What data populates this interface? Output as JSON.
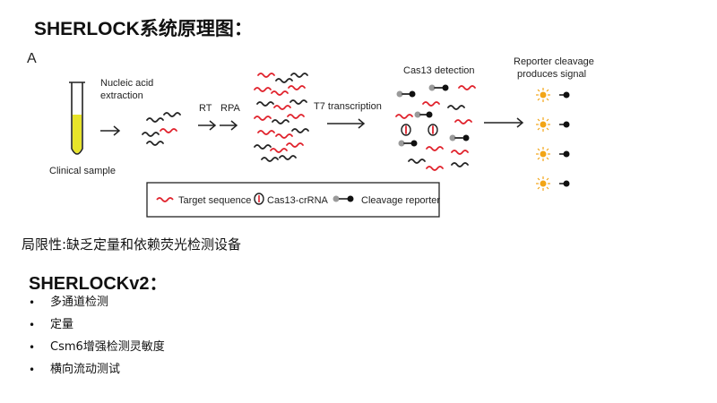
{
  "title": "SHERLOCK系统原理图：",
  "figure": {
    "panel_label": "A",
    "steps": {
      "clinical_sample": "Clinical sample",
      "extraction_line1": "Nucleic acid",
      "extraction_line2": "extraction",
      "rt": "RT",
      "rpa": "RPA",
      "t7": "T7 transcription",
      "cas13": "Cas13 detection",
      "reporter_line1": "Reporter cleavage",
      "reporter_line2": "produces signal"
    },
    "legend": {
      "target": "Target sequence",
      "cas13_crrna": "Cas13-crRNA",
      "reporter": "Cleavage reporter"
    },
    "colors": {
      "target": "#e0202a",
      "tube": "#e8e42a",
      "signal": "#f2a516",
      "reporter_grey": "#9a9a9a"
    }
  },
  "limitation": "局限性:缺乏定量和依赖荧光检测设备",
  "v2_title": "SHERLOCKv2：",
  "bullets": [
    "多通道检测",
    "定量",
    "Csm6增强检测灵敏度",
    "横向流动测试"
  ],
  "bullet_symbol": "•"
}
